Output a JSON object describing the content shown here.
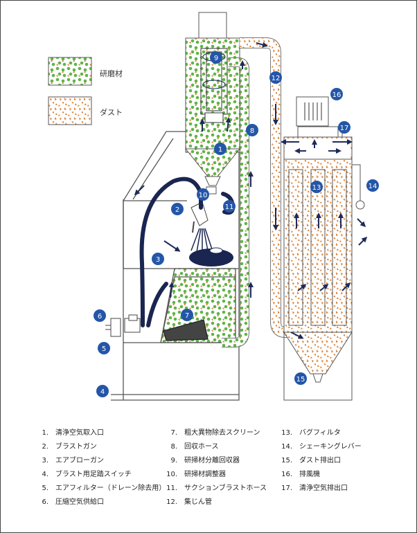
{
  "legend": {
    "abrasive_label": "研磨材",
    "dust_label": "ダスト"
  },
  "callouts": [
    "1",
    "2",
    "3",
    "4",
    "5",
    "6",
    "7",
    "8",
    "9",
    "10",
    "11",
    "12",
    "13",
    "14",
    "15",
    "16",
    "17"
  ],
  "parts": [
    {
      "num": "1.",
      "name": "清浄空気取入口"
    },
    {
      "num": "2.",
      "name": "ブラストガン"
    },
    {
      "num": "3.",
      "name": "エアブローガン"
    },
    {
      "num": "4.",
      "name": "ブラスト用足踏スイッチ"
    },
    {
      "num": "5.",
      "name": "エアフィルター（ドレーン除去用）"
    },
    {
      "num": "6.",
      "name": "圧縮空気供給口"
    },
    {
      "num": "7.",
      "name": "粗大異物除去スクリーン"
    },
    {
      "num": "8.",
      "name": "回収ホース"
    },
    {
      "num": "9.",
      "name": "研掃材分離回収器"
    },
    {
      "num": "10.",
      "name": "研掃材調整器"
    },
    {
      "num": "11.",
      "name": "サクションブラストホース"
    },
    {
      "num": "12.",
      "name": "集じん管"
    },
    {
      "num": "13.",
      "name": "バグフィルタ"
    },
    {
      "num": "14.",
      "name": "シェーキングレバー"
    },
    {
      "num": "15.",
      "name": "ダスト排出口"
    },
    {
      "num": "16.",
      "name": "排風機"
    },
    {
      "num": "17.",
      "name": "清浄空気排出口"
    }
  ],
  "colors": {
    "abrasive": "#5fb548",
    "dust": "#d9843a",
    "callout": "#2456a8",
    "hose": "#1a2550",
    "arrow": "#1e2a5a",
    "line": "#555555"
  }
}
